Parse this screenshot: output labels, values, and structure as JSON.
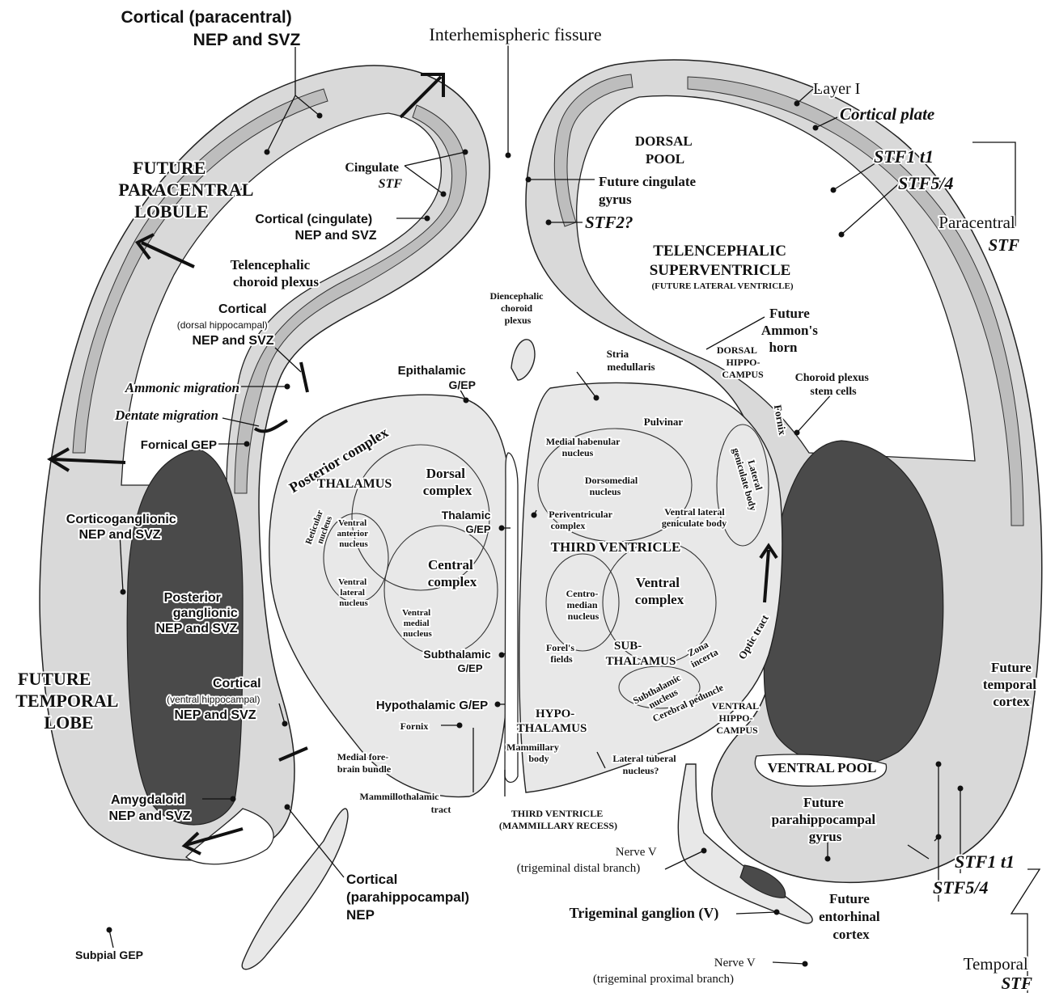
{
  "labels": {
    "cortical_paracentral": [
      "Cortical (paracentral)",
      "NEP and SVZ"
    ],
    "interhemispheric": "Interhemispheric fissure",
    "layer_i": "Layer I",
    "cortical_plate": "Cortical plate",
    "stf1_top": "STF1 t1",
    "stf54_top": "STF5/4",
    "paracentral_stf": [
      "Paracentral",
      "STF"
    ],
    "future_paracentral": [
      "FUTURE",
      "PARACENTRAL",
      "LOBULE"
    ],
    "cingulate_stf": [
      "Cingulate",
      "STF"
    ],
    "cortical_cingulate": [
      "Cortical (cingulate)",
      "NEP and SVZ"
    ],
    "dorsal_pool": [
      "DORSAL",
      "POOL"
    ],
    "future_cingulate": [
      "Future cingulate",
      "gyrus"
    ],
    "stf2": "STF2?",
    "tel_superventricle": [
      "TELENCEPHALIC",
      "SUPERVENTRICLE"
    ],
    "future_lateral_ventricle": "(FUTURE LATERAL VENTRICLE)",
    "tel_choroid": [
      "Telencephalic",
      "choroid plexus"
    ],
    "cortical_dorsal_hippo": [
      "Cortical",
      "(dorsal hippocampal)",
      "NEP and SVZ"
    ],
    "dienc_choroid": [
      "Diencephalic",
      "choroid",
      "plexus"
    ],
    "future_ammon": [
      "Future",
      "Ammon's",
      "horn"
    ],
    "stria_medullaris": [
      "Stria",
      "medullaris"
    ],
    "dorsal_hippocampus": [
      "DORSAL",
      "HIPPO-",
      "CAMPUS"
    ],
    "choroid_stem": [
      "Choroid plexus",
      "stem cells"
    ],
    "ammonic_migration": "Ammonic migration",
    "epithalamic": [
      "Epithalamic",
      "G/EP"
    ],
    "dentate_migration": "Dentate migration",
    "posterior_complex": "Posterior complex",
    "pulvinar": "Pulvinar",
    "medial_habenular": [
      "Medial habenular",
      "nucleus"
    ],
    "fornical_gep": "Fornical GEP",
    "fornix_right": "Fornix",
    "lateral_geniculate": [
      "Lateral",
      "geniculate body"
    ],
    "thalamus": "THALAMUS",
    "dorsal_complex": [
      "Dorsal",
      "complex"
    ],
    "dorsomedial": [
      "Dorsomedial",
      "nucleus"
    ],
    "thalamic_gep": [
      "Thalamic",
      "G/EP"
    ],
    "periventricular": [
      "Periventricular",
      "complex"
    ],
    "ventral_lateral_geniculate": [
      "Ventral lateral",
      "geniculate body"
    ],
    "corticoganglionic": [
      "Corticoganglionic",
      "NEP and SVZ"
    ],
    "reticular": [
      "Reticular",
      "nucleus"
    ],
    "ventral_anterior": [
      "Ventral",
      "anterior",
      "nucleus"
    ],
    "third_ventricle": "THIRD VENTRICLE",
    "central_complex": [
      "Central",
      "complex"
    ],
    "ventral_lateral_nucleus": [
      "Ventral",
      "lateral",
      "nucleus"
    ],
    "centromedian": [
      "Centro-",
      "median",
      "nucleus"
    ],
    "ventral_complex": [
      "Ventral",
      "complex"
    ],
    "posterior_ganglionic": [
      "Posterior",
      "ganglionic",
      "NEP and SVZ"
    ],
    "ventral_medial": [
      "Ventral",
      "medial",
      "nucleus"
    ],
    "subthalamic_gep": [
      "Subthalamic",
      "G/EP"
    ],
    "forels_fields": [
      "Forel's",
      "fields"
    ],
    "subthalamus": [
      "SUB-",
      "THALAMUS"
    ],
    "zona_incerta": [
      "Zona",
      "incerta"
    ],
    "optic_tract": "Optic tract",
    "future_temporal_lobe": [
      "FUTURE",
      "TEMPORAL",
      "LOBE"
    ],
    "cortical_ventral_hippo": [
      "Cortical",
      "(ventral hippocampal)",
      "NEP and SVZ"
    ],
    "hypothalamic_gep": "Hypothalamic G/EP",
    "subthalamic_nucleus": [
      "Subthalamic",
      "nucleus"
    ],
    "cerebral_peduncle": "Cerebral peduncle",
    "fornix_center": "Fornix",
    "hypothalamus": [
      "HYPO-",
      "THALAMUS"
    ],
    "ventral_hippocampus": [
      "VENTRAL",
      "HIPPO-",
      "CAMPUS"
    ],
    "future_temporal_cortex": [
      "Future",
      "temporal",
      "cortex"
    ],
    "medial_forebrain": [
      "Medial fore-",
      "brain bundle"
    ],
    "mammillary_body": [
      "Mammillary",
      "body"
    ],
    "lateral_tuberal": [
      "Lateral tuberal",
      "nucleus?"
    ],
    "ventral_pool": "VENTRAL POOL",
    "amygdaloid": [
      "Amygdaloid",
      "NEP and SVZ"
    ],
    "mammillothalamic": [
      "Mammillothalamic",
      "tract"
    ],
    "third_ventricle_mammillary": [
      "THIRD VENTRICLE",
      "(MAMMILLARY RECESS)"
    ],
    "future_parahippocampal": [
      "Future",
      "parahippocampal",
      "gyrus"
    ],
    "nerve_v_distal": [
      "Nerve V",
      "(trigeminal distal branch)"
    ],
    "cortical_parahippocampal": [
      "Cortical",
      "(parahippocampal)",
      "NEP"
    ],
    "stf1_bottom": "STF1 t1",
    "stf54_bottom": "STF5/4",
    "future_entorhinal": [
      "Future",
      "entorhinal",
      "cortex"
    ],
    "subpial_gep": "Subpial GEP",
    "trigeminal_ganglion": "Trigeminal ganglion (V)",
    "nerve_v_proximal": [
      "Nerve V",
      "(trigeminal proximal branch)"
    ],
    "temporal_stf": [
      "Temporal",
      "STF"
    ]
  },
  "colors": {
    "tissue": "#d9d9d9",
    "germinal_band": "#bdbdbd",
    "ganglionic_eminence": "#4a4a4a",
    "diencephalon": "#e8e8e8",
    "ink": "#111111"
  }
}
